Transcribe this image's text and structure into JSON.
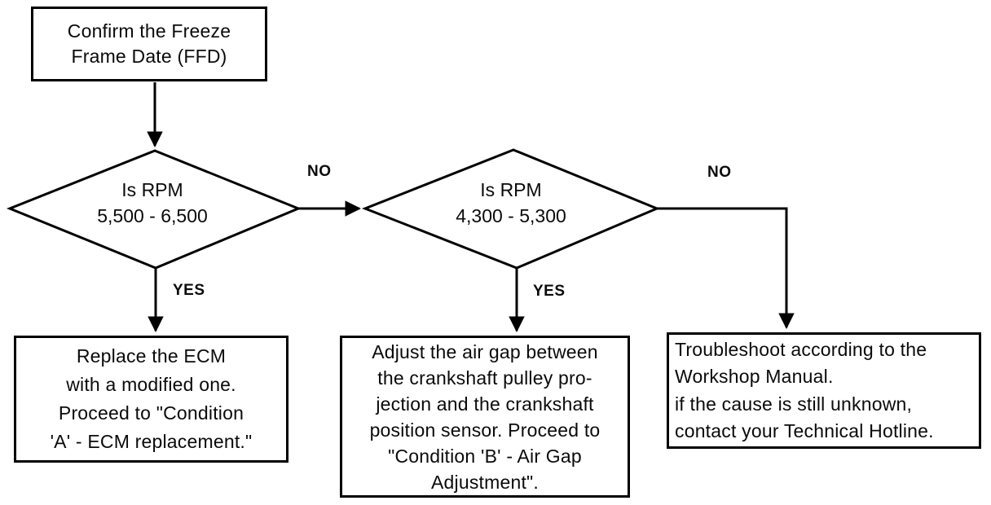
{
  "diagram": {
    "type": "flowchart",
    "nodes": {
      "confirm_ffd": {
        "shape": "process",
        "text": "Confirm the Freeze\nFrame Date (FFD)"
      },
      "rpm_check_1": {
        "shape": "decision",
        "text": "Is RPM\n5,500 - 6,500"
      },
      "rpm_check_2": {
        "shape": "decision",
        "text": "Is RPM\n4,300 - 5,300"
      },
      "replace_ecm": {
        "shape": "process",
        "text": "Replace the ECM\nwith a modified one.\nProceed to \"Condition\n'A' - ECM replacement.\""
      },
      "air_gap_adjust": {
        "shape": "process",
        "text": "Adjust the air gap between\nthe crankshaft pulley pro-\njection and the crankshaft\nposition sensor. Proceed to\n\"Condition 'B' - Air Gap\nAdjustment\"."
      },
      "troubleshoot_manual": {
        "shape": "process",
        "text": "Troubleshoot according to the\nWorkshop Manual.\nif the cause is still unknown,\ncontact your Technical Hotline."
      }
    },
    "edge_labels": {
      "rpm1_no": "NO",
      "rpm1_yes": "YES",
      "rpm2_no": "NO",
      "rpm2_yes": "YES"
    },
    "edges": [
      {
        "from": "confirm_ffd",
        "to": "rpm_check_1",
        "label": ""
      },
      {
        "from": "rpm_check_1",
        "to": "rpm_check_2",
        "label": "NO"
      },
      {
        "from": "rpm_check_1",
        "to": "replace_ecm",
        "label": "YES"
      },
      {
        "from": "rpm_check_2",
        "to": "air_gap_adjust",
        "label": "YES"
      },
      {
        "from": "rpm_check_2",
        "to": "troubleshoot_manual",
        "label": "NO"
      }
    ],
    "colors": {
      "line": "#000000",
      "background": "#ffffff",
      "text": "#0a0a0a"
    }
  }
}
